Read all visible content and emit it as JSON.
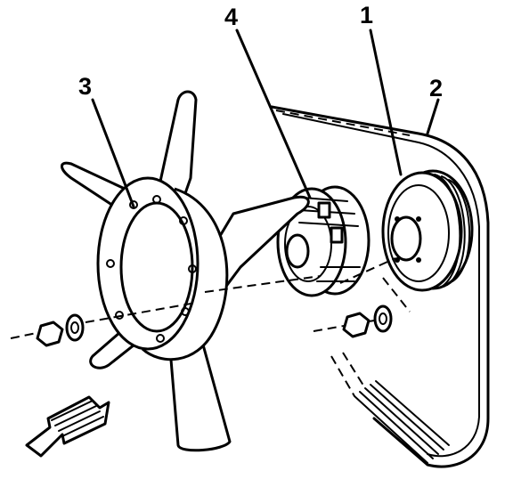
{
  "callouts": {
    "one": "1",
    "two": "2",
    "three": "3",
    "four": "4"
  },
  "parts": {
    "item_1": "water-pump-pulley",
    "item_2": "drive-belt",
    "item_3": "fan-clutch-and-fan-assembly",
    "item_4": "fan-clutch"
  },
  "icons": {
    "direction_arrow": "front-arrow-icon"
  },
  "colors": {
    "ink": "#000000",
    "paper": "#ffffff"
  }
}
